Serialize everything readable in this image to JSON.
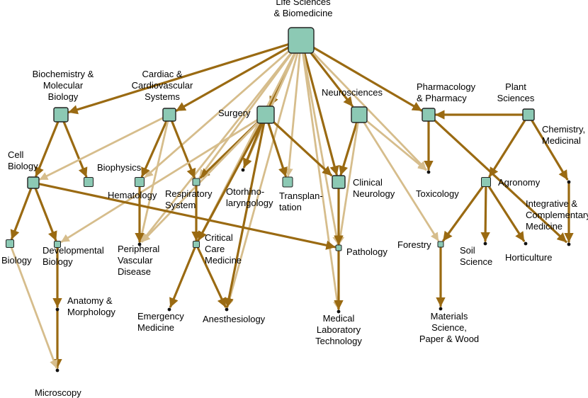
{
  "colors": {
    "strong": "#9a6a12",
    "weak": "#d6bd8c",
    "node_fill": "#8cc9b4",
    "node_stroke": "#222222"
  },
  "nodes": [
    {
      "id": "root",
      "label": [
        "Life Sciences",
        "& Biomedicine"
      ],
      "shape": "box"
    },
    {
      "id": "biochem",
      "label": [
        "Biochemistry &",
        "Molecular",
        "Biology"
      ],
      "shape": "box"
    },
    {
      "id": "cardiac",
      "label": [
        "Cardiac  &",
        "Cardiovascular",
        "Systems"
      ],
      "shape": "box"
    },
    {
      "id": "surgery",
      "label": [
        "Surgery"
      ],
      "shape": "box"
    },
    {
      "id": "neuro",
      "label": [
        "Neurosciences"
      ],
      "shape": "box"
    },
    {
      "id": "pharm",
      "label": [
        "Pharmacology",
        "& Pharmacy"
      ],
      "shape": "box"
    },
    {
      "id": "plant",
      "label": [
        "Plant",
        "Sciences"
      ],
      "shape": "box"
    },
    {
      "id": "cellbio",
      "label": [
        "Cell",
        "Biology"
      ],
      "shape": "box"
    },
    {
      "id": "biophys",
      "label": [
        "Biophysics"
      ],
      "shape": "box"
    },
    {
      "id": "hemat",
      "label": [
        "Hematology"
      ],
      "shape": "box"
    },
    {
      "id": "resp",
      "label": [
        "Respiratory",
        "System"
      ],
      "shape": "box"
    },
    {
      "id": "oto",
      "label": [
        "Otorhino-",
        "laryngology"
      ],
      "shape": "dot"
    },
    {
      "id": "transpl",
      "label": [
        "Transplan-",
        "tation"
      ],
      "shape": "box"
    },
    {
      "id": "clinneuro",
      "label": [
        "Clinical",
        "Neurology"
      ],
      "shape": "box"
    },
    {
      "id": "tox",
      "label": [
        "Toxicology"
      ],
      "shape": "dot"
    },
    {
      "id": "agron",
      "label": [
        "Agronomy"
      ],
      "shape": "box"
    },
    {
      "id": "chemmed",
      "label": [
        "Chemistry,",
        "Medicinal"
      ],
      "shape": "dot"
    },
    {
      "id": "integr",
      "label": [
        "Integrative  &",
        "Complementary",
        "Medicine"
      ],
      "shape": "dot"
    },
    {
      "id": "biology",
      "label": [
        "Biology"
      ],
      "shape": "box"
    },
    {
      "id": "devbio",
      "label": [
        "Developmental",
        "Biology"
      ],
      "shape": "box"
    },
    {
      "id": "periph",
      "label": [
        "Peripheral",
        "Vascular",
        "Disease"
      ],
      "shape": "dot"
    },
    {
      "id": "critcare",
      "label": [
        "Critical",
        "Care",
        "Medicine"
      ],
      "shape": "box"
    },
    {
      "id": "patho",
      "label": [
        "Pathology"
      ],
      "shape": "box"
    },
    {
      "id": "forestry",
      "label": [
        "Forestry"
      ],
      "shape": "box"
    },
    {
      "id": "soil",
      "label": [
        "Soil",
        "Science"
      ],
      "shape": "dot"
    },
    {
      "id": "hort",
      "label": [
        "Horticulture"
      ],
      "shape": "dot"
    },
    {
      "id": "anatomy",
      "label": [
        "Anatomy &",
        "Morphology"
      ],
      "shape": "dot"
    },
    {
      "id": "emerg",
      "label": [
        "Emergency",
        "Medicine"
      ],
      "shape": "dot"
    },
    {
      "id": "anesth",
      "label": [
        "Anesthesiology"
      ],
      "shape": "dot"
    },
    {
      "id": "medlab",
      "label": [
        "Medical",
        "Laboratory",
        "Technology"
      ],
      "shape": "dot"
    },
    {
      "id": "materials",
      "label": [
        "Materials",
        "Science,",
        "Paper & Wood"
      ],
      "shape": "dot"
    },
    {
      "id": "micro",
      "label": [
        "Microscopy"
      ],
      "shape": "dot"
    }
  ],
  "edges": [
    {
      "from": "root",
      "to": "biochem",
      "kind": "strong"
    },
    {
      "from": "root",
      "to": "cardiac",
      "kind": "strong"
    },
    {
      "from": "root",
      "to": "surgery",
      "kind": "strong"
    },
    {
      "from": "root",
      "to": "neuro",
      "kind": "strong"
    },
    {
      "from": "root",
      "to": "pharm",
      "kind": "strong"
    },
    {
      "from": "root",
      "to": "hemat",
      "kind": "weak"
    },
    {
      "from": "root",
      "to": "resp",
      "kind": "weak"
    },
    {
      "from": "root",
      "to": "oto",
      "kind": "weak"
    },
    {
      "from": "root",
      "to": "transpl",
      "kind": "weak"
    },
    {
      "from": "root",
      "to": "clinneuro",
      "kind": "strong"
    },
    {
      "from": "root",
      "to": "tox",
      "kind": "weak"
    },
    {
      "from": "root",
      "to": "periph",
      "kind": "weak"
    },
    {
      "from": "root",
      "to": "critcare",
      "kind": "weak"
    },
    {
      "from": "root",
      "to": "anesth",
      "kind": "weak"
    },
    {
      "from": "root",
      "to": "patho",
      "kind": "weak"
    },
    {
      "from": "root",
      "to": "medlab",
      "kind": "weak"
    },
    {
      "from": "biochem",
      "to": "cellbio",
      "kind": "strong"
    },
    {
      "from": "biochem",
      "to": "biophys",
      "kind": "strong"
    },
    {
      "from": "cardiac",
      "to": "cellbio",
      "kind": "weak"
    },
    {
      "from": "cardiac",
      "to": "hemat",
      "kind": "strong"
    },
    {
      "from": "cardiac",
      "to": "resp",
      "kind": "strong"
    },
    {
      "from": "cardiac",
      "to": "periph",
      "kind": "weak"
    },
    {
      "from": "surgery",
      "to": "resp",
      "kind": "strong"
    },
    {
      "from": "surgery",
      "to": "oto",
      "kind": "strong"
    },
    {
      "from": "surgery",
      "to": "transpl",
      "kind": "strong"
    },
    {
      "from": "surgery",
      "to": "clinneuro",
      "kind": "strong"
    },
    {
      "from": "surgery",
      "to": "critcare",
      "kind": "strong"
    },
    {
      "from": "surgery",
      "to": "anesth",
      "kind": "strong"
    },
    {
      "from": "surgery",
      "to": "devbio",
      "kind": "weak"
    },
    {
      "from": "surgery",
      "to": "periph",
      "kind": "weak"
    },
    {
      "from": "neuro",
      "to": "clinneuro",
      "kind": "strong"
    },
    {
      "from": "neuro",
      "to": "patho",
      "kind": "weak"
    },
    {
      "from": "neuro",
      "to": "tox",
      "kind": "weak"
    },
    {
      "from": "neuro",
      "to": "forestry",
      "kind": "weak"
    },
    {
      "from": "pharm",
      "to": "tox",
      "kind": "strong"
    },
    {
      "from": "pharm",
      "to": "integr",
      "kind": "strong"
    },
    {
      "from": "plant",
      "to": "pharm",
      "kind": "strong"
    },
    {
      "from": "plant",
      "to": "agron",
      "kind": "strong"
    },
    {
      "from": "plant",
      "to": "chemmed",
      "kind": "strong"
    },
    {
      "from": "chemmed",
      "to": "integr",
      "kind": "strong"
    },
    {
      "from": "cellbio",
      "to": "biology",
      "kind": "strong"
    },
    {
      "from": "cellbio",
      "to": "devbio",
      "kind": "strong"
    },
    {
      "from": "cellbio",
      "to": "patho",
      "kind": "strong"
    },
    {
      "from": "hemat",
      "to": "periph",
      "kind": "strong"
    },
    {
      "from": "resp",
      "to": "critcare",
      "kind": "strong"
    },
    {
      "from": "critcare",
      "to": "emerg",
      "kind": "strong"
    },
    {
      "from": "critcare",
      "to": "anesth",
      "kind": "strong"
    },
    {
      "from": "clinneuro",
      "to": "patho",
      "kind": "strong"
    },
    {
      "from": "patho",
      "to": "medlab",
      "kind": "strong"
    },
    {
      "from": "agron",
      "to": "forestry",
      "kind": "strong"
    },
    {
      "from": "agron",
      "to": "soil",
      "kind": "strong"
    },
    {
      "from": "agron",
      "to": "hort",
      "kind": "strong"
    },
    {
      "from": "forestry",
      "to": "materials",
      "kind": "strong"
    },
    {
      "from": "devbio",
      "to": "anatomy",
      "kind": "strong"
    },
    {
      "from": "anatomy",
      "to": "micro",
      "kind": "strong"
    },
    {
      "from": "biology",
      "to": "micro",
      "kind": "weak"
    }
  ]
}
